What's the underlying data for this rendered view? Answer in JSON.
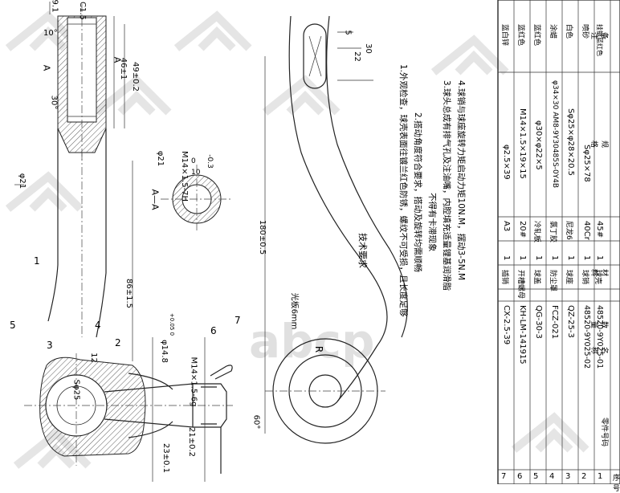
{
  "watermark": {
    "brand": "abcp",
    "colors": {
      "logo": "#d0d0d0"
    }
  },
  "dimensions": {
    "d91_5": "9.1",
    "c15": "C1.5",
    "ang10": "10°",
    "ang30": "30°",
    "sec_a_left": "A",
    "sec_a_right": "A",
    "len46": "46±1",
    "len49": "49±0.2",
    "dia21_top": "φ21",
    "dia21_side": "φ21",
    "thread_m14": "M14×1.5-7H",
    "depth0": "0",
    "depth03": "-0.3",
    "len10": "10",
    "sec_aa": "A—A",
    "len86": "86±1.5",
    "len180": "180±0.5",
    "len5": "5",
    "len22": "22",
    "len30": "30",
    "ang60": "60°",
    "len23": "23±0.1",
    "len21": "21±0.2",
    "dia14_8": "φ14.8",
    "dia14_8_tol": "+0.05 0",
    "thread_m14_6g": "M14×1.5-6g",
    "ball_dia": "Sφ25",
    "len12": "12",
    "plate_label": "光板6mm",
    "r_mark": "R"
  },
  "callouts": [
    "1",
    "2",
    "3",
    "4",
    "5",
    "6",
    "7"
  ],
  "tech_notes": {
    "heading": "技术要求",
    "lines": [
      "1.外观检查，球壳表面往镀兰红色防锈，螺纹不可受损，且长度足够",
      "2.搭动角度符合要求，搭动及旋转均需顺畅",
      "不得有卡滞现象",
      "3.球头总成有排气孔及注油嘴，内腔填充适量锂基润滑脂",
      "4.球销与球座旋转力矩启动力矩10N.M，摆动3-5N.M"
    ]
  },
  "bom": {
    "header": [
      "序号",
      "零件号码",
      "名称",
      "数量",
      "材料",
      "规格",
      "备注"
    ],
    "rows": [
      {
        "no": "7",
        "code": "CX-2.5-39",
        "name": "插销",
        "qty": "1",
        "mat": "A3",
        "spec": "φ2.5×39",
        "remark": "蓝白锌"
      },
      {
        "no": "6",
        "code": "KH-LM-141915",
        "name": "开槽螺母",
        "qty": "1",
        "mat": "20#",
        "spec": "M14×1.5×19×15",
        "remark": "蓝红色"
      },
      {
        "no": "5",
        "code": "QG-30-3",
        "name": "球盖",
        "qty": "1",
        "mat": "冷轧板",
        "spec": "φ30×φ22×5",
        "remark": "蓝红色"
      },
      {
        "no": "4",
        "code": "FCZ-021",
        "name": "防尘罩",
        "qty": "1",
        "mat": "氯丁胶",
        "spec": "φ34×30 AM8-9Y30485S-0Y4B",
        "remark": "涂蜡"
      },
      {
        "no": "3",
        "code": "QZ-25-3",
        "name": "球座",
        "qty": "1",
        "mat": "尼龙6",
        "spec": "Sφ25×φ28×20.5",
        "remark": "白色"
      },
      {
        "no": "2",
        "code": "48520-9Y025-02",
        "name": "球销",
        "qty": "1",
        "mat": "40Cr",
        "spec": "Sφ25×78",
        "remark": "喷砂"
      },
      {
        "no": "1",
        "code": "48520-9Y025-01",
        "name": "球壳",
        "qty": "1",
        "mat": "45#",
        "spec": "",
        "remark": "挂镀蓝红色"
      }
    ]
  }
}
